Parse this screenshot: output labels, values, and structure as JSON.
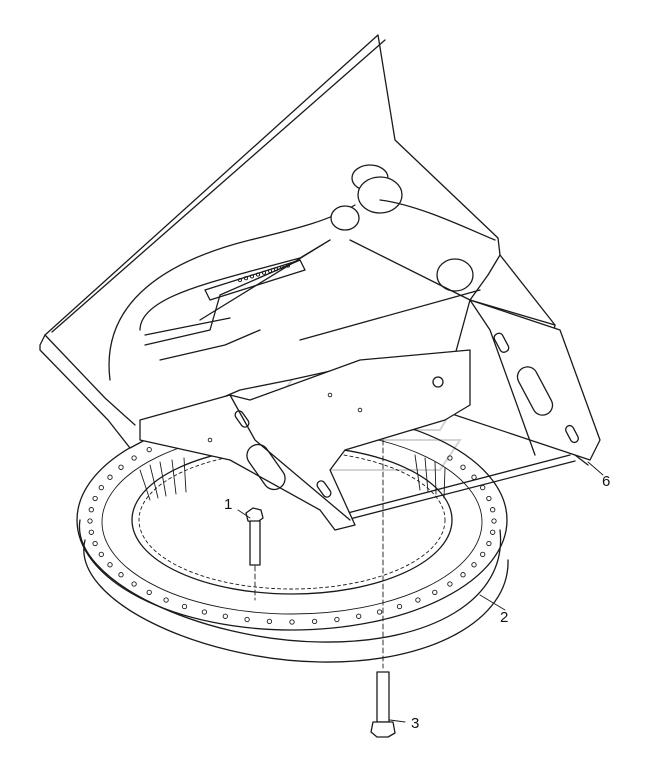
{
  "diagram": {
    "kind": "exploded-parts-drawing",
    "line_color": "#1a1a1a",
    "background": "#ffffff",
    "watermark_color": "#cfcfcf"
  },
  "callouts": {
    "bolt_upper": "1",
    "slewing_ring": "2",
    "bolt_lower": "3",
    "mount_plate": "6"
  }
}
